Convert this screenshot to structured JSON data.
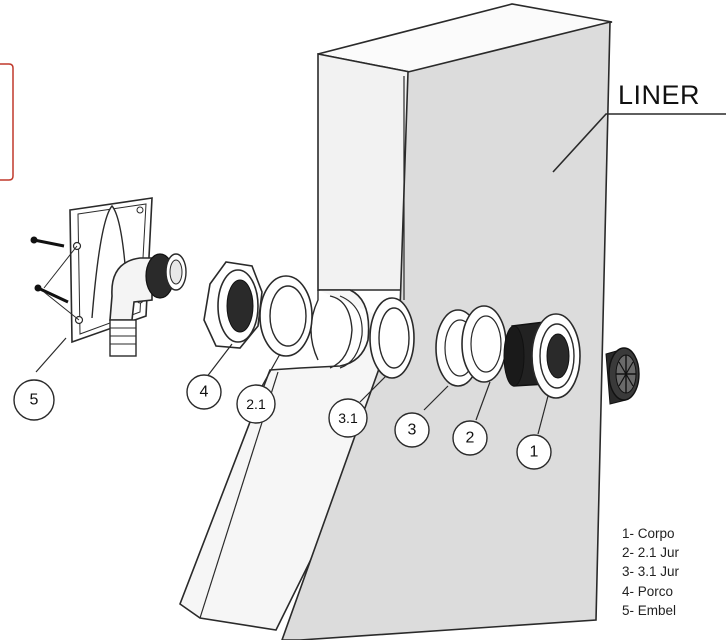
{
  "diagram": {
    "liner_label": "LINER",
    "callouts": {
      "c1": "1",
      "c2": "2",
      "c2_1": "2.1",
      "c3": "3",
      "c3_1": "3.1",
      "c4": "4",
      "c5": "5"
    },
    "legend": [
      "1- Corpo",
      "2- 2.1 Jur",
      "3- 3.1 Jur",
      "4- Porco",
      "5- Embel"
    ],
    "colors": {
      "line": "#2a2a2a",
      "liner_fill": "#dcdcdc",
      "wall_fill": "#f8f8f8",
      "part_dark": "#1f1f1f",
      "frame_red": "#c0392b"
    }
  }
}
